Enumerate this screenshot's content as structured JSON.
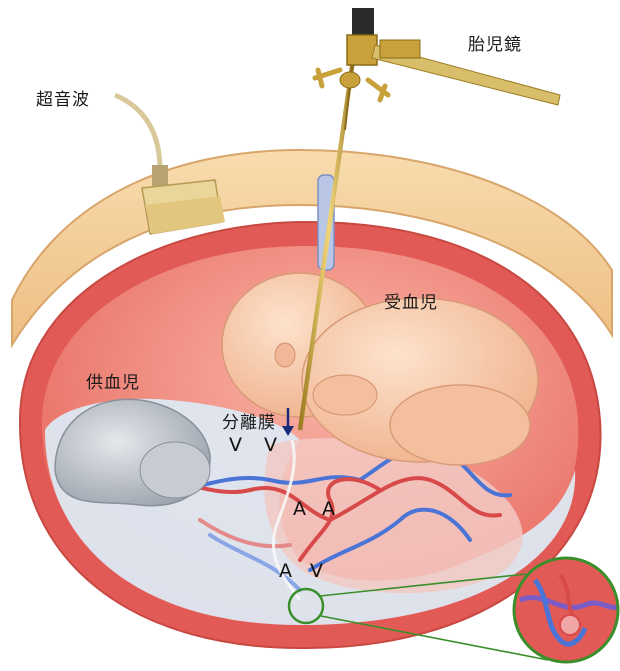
{
  "labels": {
    "fetoscope": "胎児鏡",
    "ultrasound": "超音波",
    "recipient_twin": "受血児",
    "donor_twin": "供血児",
    "membrane": "分離膜"
  },
  "vessel_marks": {
    "v_left_1": "V",
    "v_left_2": "V",
    "a_mid_1": "A",
    "a_mid_2": "A",
    "a_low": "A",
    "v_low": "V"
  },
  "colors": {
    "abdomen_skin": "#f3c98f",
    "uterus_wall": "#e25a55",
    "amniotic_recipient": "#f08a80",
    "amniotic_donor": "#dde8f2",
    "placenta": "#f2c9c3",
    "artery": "#d84a4a",
    "vein": "#4a74d6",
    "fetus_skin": "#f6c8a4",
    "donor_fetus": "#b9bfc8",
    "zoom_ring": "#3a8f2a"
  }
}
